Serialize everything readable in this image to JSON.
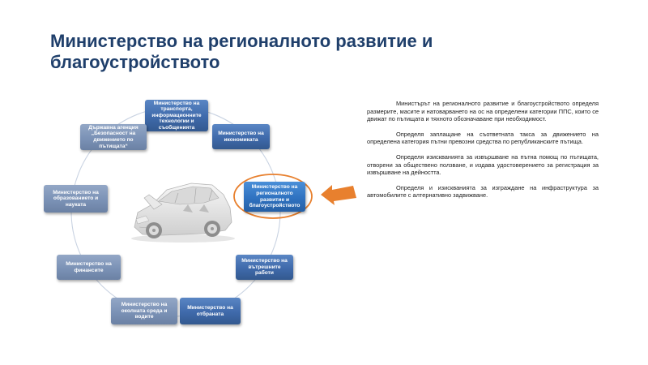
{
  "slide": {
    "title": "Министерство на регионалното развитие и благоустройството"
  },
  "diagram": {
    "nodes": [
      {
        "id": "transport",
        "label": "Министерство на транспорта, информационните технологии и съобщенията"
      },
      {
        "id": "economy",
        "label": "Министерство на икономиката"
      },
      {
        "id": "regional",
        "label": "Министерство на регионалното развитие и благоустройството"
      },
      {
        "id": "interior",
        "label": "Министерство на вътрешните работи"
      },
      {
        "id": "defense",
        "label": "Министерство на отбраната"
      },
      {
        "id": "environment",
        "label": "Министерство на околната среда и водите"
      },
      {
        "id": "finance",
        "label": "Министерство на финансите"
      },
      {
        "id": "education",
        "label": "Министерство на образованието и науката"
      },
      {
        "id": "road_safety",
        "label": "Държавна агенция „Безопасност на движението по пътищата“"
      }
    ],
    "colors": {
      "dark_box": "#3f6aab",
      "light_box": "#7b92b6",
      "highlight_ring": "#e8802e",
      "arrow": "#e8802e"
    }
  },
  "description": {
    "paragraphs": [
      "Министърът на регионалното развитие и благоустройството определя размерите, масите и натоварването на ос на определени категории ППС, които се движат по пътищата и тяхното обозначаване при необходимост.",
      "Определя заплащане на съответната такса за движението на определена категория пътни превозни средства по републиканските пътища.",
      "Определя изискванията за извършване на пътна помощ по пътищата, отворени за обществено ползване, и издава удостоверението за регистрация за извършване на дейността.",
      "Определя и изискванията за изграждане на инфраструктура за автомобилите с алтернативно задвижване."
    ]
  }
}
